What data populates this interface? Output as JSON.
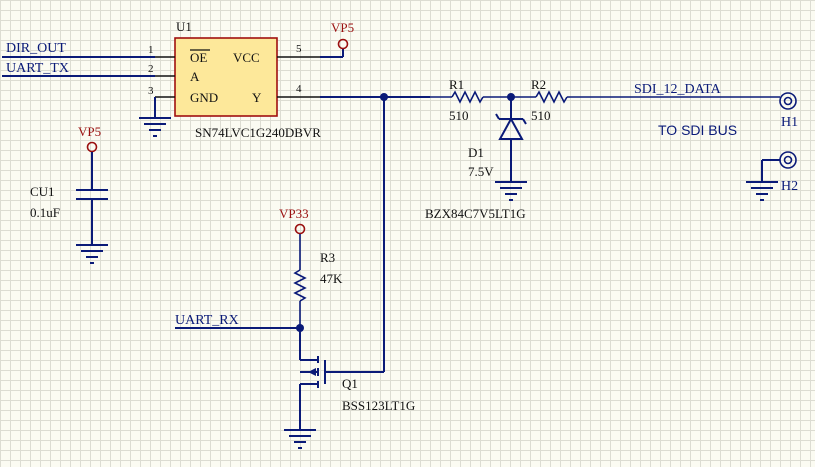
{
  "colors": {
    "wire": "#0a1a78",
    "power": "#9a1010",
    "chip_fill": "#fde89a",
    "background": "#fbfbf2"
  },
  "nets": {
    "dir_out": "DIR_OUT",
    "uart_tx": "UART_TX",
    "uart_rx": "UART_RX",
    "sdi_data": "SDI_12_DATA",
    "sdi_bus_note": "TO SDI BUS"
  },
  "power": {
    "vp5_u1": "VP5",
    "vp5_cu1": "VP5",
    "vp33": "VP33"
  },
  "u1": {
    "ref": "U1",
    "part": "SN74LVC1G240DBVR",
    "pins": [
      {
        "num": "1",
        "name": "OE"
      },
      {
        "num": "2",
        "name": "A"
      },
      {
        "num": "3",
        "name": "GND"
      },
      {
        "num": "5",
        "name": "VCC"
      },
      {
        "num": "4",
        "name": "Y"
      }
    ]
  },
  "components": {
    "r1": {
      "ref": "R1",
      "value": "510"
    },
    "r2": {
      "ref": "R2",
      "value": "510"
    },
    "r3": {
      "ref": "R3",
      "value": "47K"
    },
    "d1": {
      "ref": "D1",
      "value": "7.5V",
      "part": "BZX84C7V5LT1G"
    },
    "cu1": {
      "ref": "CU1",
      "value": "0.1uF"
    },
    "q1": {
      "ref": "Q1",
      "part": "BSS123LT1G"
    },
    "h1": {
      "ref": "H1"
    },
    "h2": {
      "ref": "H2"
    }
  }
}
